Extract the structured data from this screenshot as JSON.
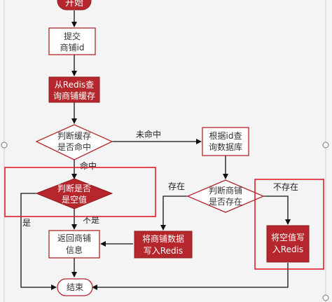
{
  "nodes": {
    "start": "开始",
    "submit_line1": "提交",
    "submit_line2": "商铺id",
    "query_cache_line1": "从Redis查",
    "query_cache_line2": "询商铺缓存",
    "cache_hit_line1": "判断缓存",
    "cache_hit_line2": "是否命中",
    "null_check_line1": "判断是否",
    "null_check_line2": "是空值",
    "return_line1": "返回商铺",
    "return_line2": "信息",
    "end": "结束",
    "query_db_line1": "根据id查",
    "query_db_line2": "询数据库",
    "exists_line1": "判断商铺",
    "exists_line2": "是否存在",
    "write_shop_line1": "将商铺数据",
    "write_shop_line2": "写入Redis",
    "write_null_line1": "将空值写",
    "write_null_line2": "入Redis"
  },
  "edges": {
    "miss": "未命中",
    "hit": "命中",
    "is_null": "是",
    "not_null": "不是",
    "exists": "存在",
    "not_exists": "不存在"
  },
  "colors": {
    "accent": "#b5272d",
    "accent_stroke": "#8e1b20",
    "highlight_box": "#e11d2a",
    "node_stroke": "#b5272d",
    "line": "#111111",
    "canvas": "#f4f4f4"
  }
}
